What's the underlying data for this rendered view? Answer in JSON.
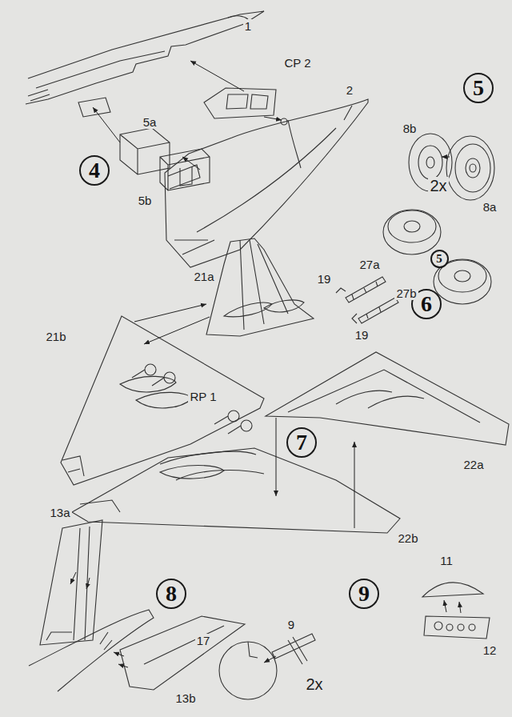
{
  "diagram": {
    "nodes": [
      {
        "text": [
          "5"
        ]
      },
      {
        "text": [
          "4"
        ]
      },
      {
        "text": [
          "5"
        ]
      },
      {
        "text": [
          "6"
        ]
      },
      {
        "text": [
          "7"
        ]
      },
      {
        "text": [
          "8"
        ]
      },
      {
        "text": [
          "9"
        ]
      }
    ],
    "labels": [
      "1",
      "CP 2",
      "2",
      "5a",
      "8b",
      "2x",
      "5b",
      "8a",
      "21a",
      "27a",
      "19",
      "27b",
      "19",
      "21b",
      "RP 1",
      "22a",
      "22b",
      "13a",
      "11",
      "13b",
      "12",
      "9",
      "17",
      "2x"
    ]
  }
}
